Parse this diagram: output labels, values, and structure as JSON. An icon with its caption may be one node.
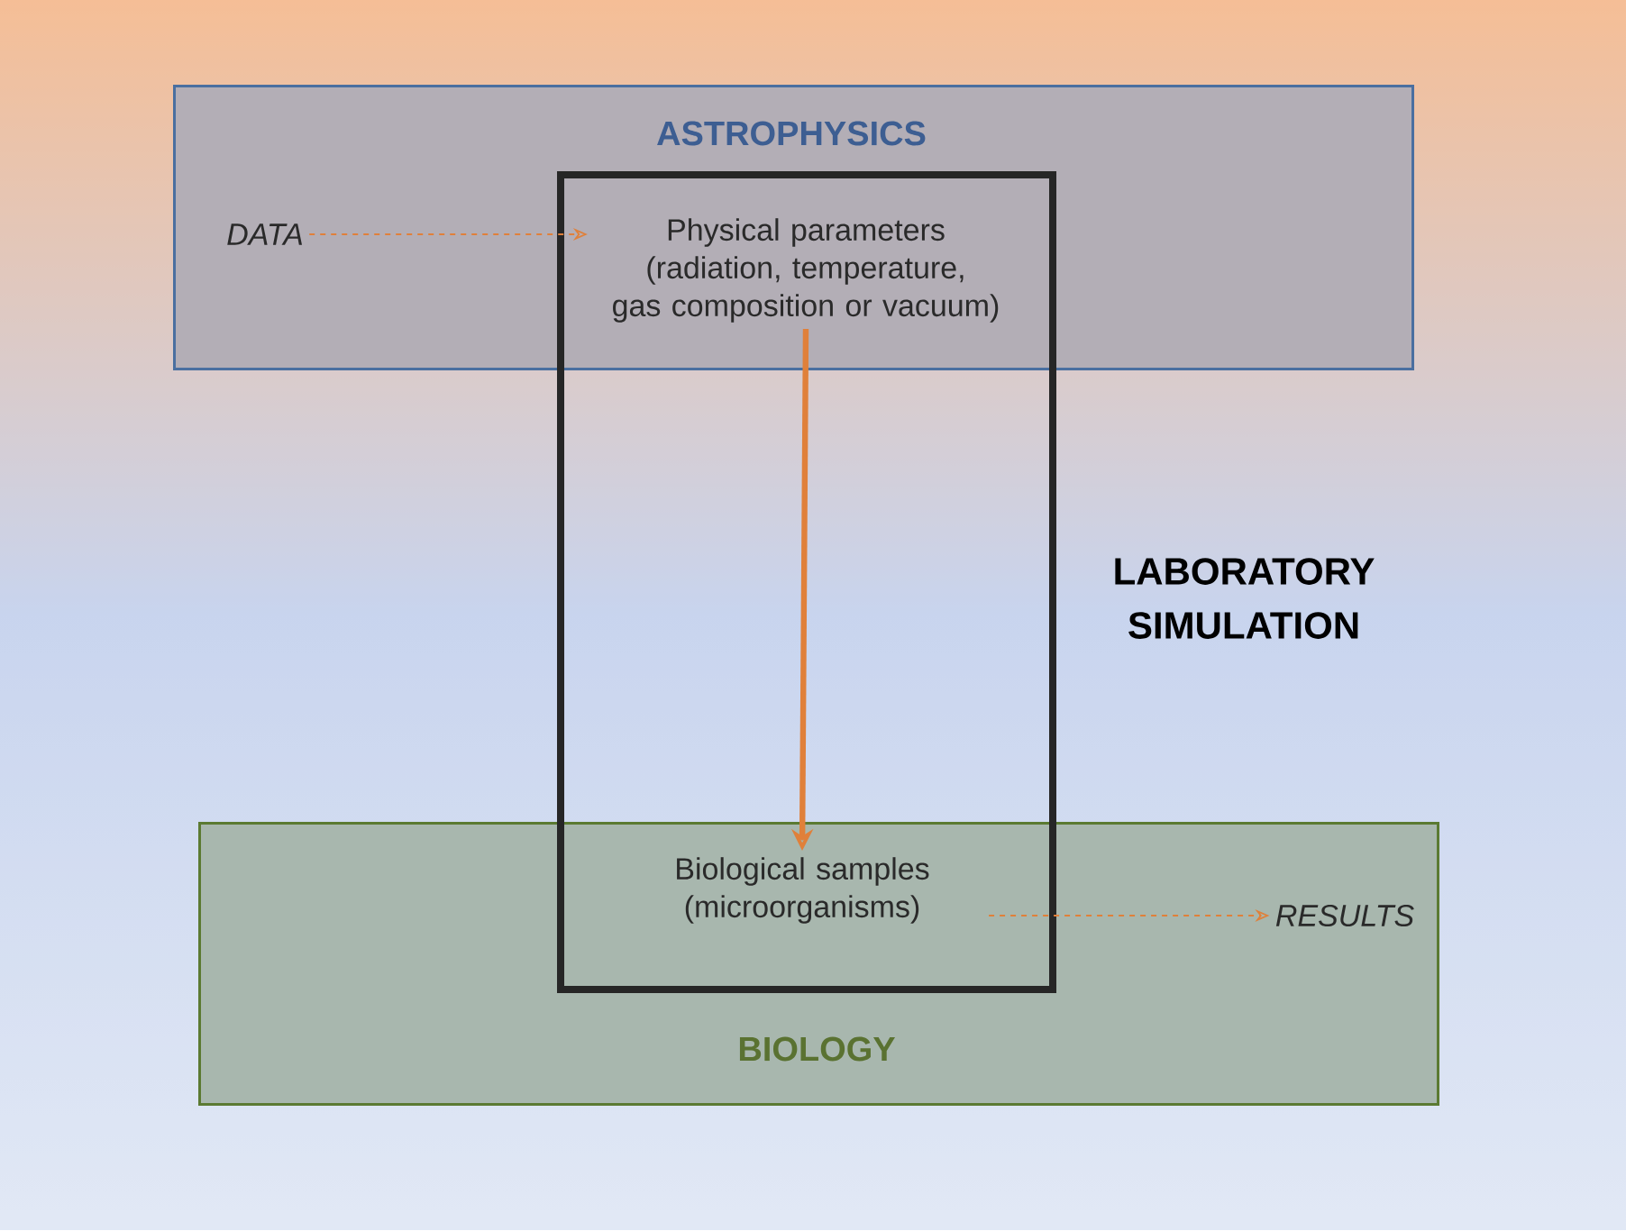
{
  "diagram": {
    "nodes": [
      {
        "text": [
          "ASTROPHYSICS"
        ]
      },
      {
        "text": [
          "DATA"
        ],
        "in": 0
      },
      {
        "text": [
          "Physical parameters (radiation, temperature, gas composition or vacuum)"
        ],
        "in": 0
      },
      {
        "text": [
          "Biological samples (microorganisms)"
        ],
        "in": 5
      },
      {
        "text": [
          "RESULTS"
        ],
        "in": 5
      },
      {
        "text": [
          "BIOLOGY"
        ]
      }
    ],
    "edges": [
      {
        "from": 1,
        "to": 2,
        "arrow": "to",
        "style": "dashed"
      },
      {
        "from": 2,
        "to": 3,
        "arrow": "to",
        "style": "thick"
      },
      {
        "from": 3,
        "to": 4,
        "arrow": "to",
        "style": "dashed"
      }
    ],
    "labels": [
      "LABORATORY SIMULATION"
    ]
  }
}
